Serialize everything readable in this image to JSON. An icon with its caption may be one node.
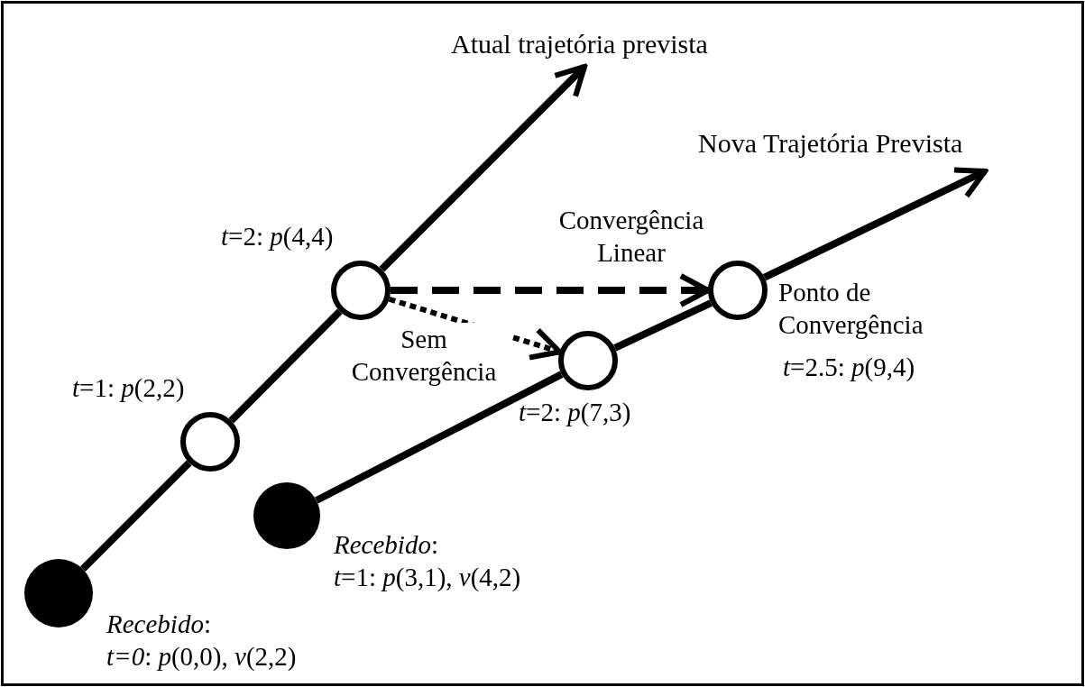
{
  "diagram": {
    "nodes": [
      {
        "text": [],
        "shape": "dot",
        "beside": [
          "*Recebido*:",
          "*t=0*: *p*(0,0), *v*(2,2)"
        ]
      },
      {
        "text": [],
        "shape": "circle",
        "beside": [
          "*t*=1: *p*(2,2)"
        ]
      },
      {
        "text": [],
        "shape": "circle",
        "beside": [
          "*t*=2: *p*(4,4)"
        ]
      },
      {
        "text": [
          "Atual trajetória prevista"
        ]
      },
      {
        "text": [],
        "shape": "dot",
        "beside": [
          "*Recebido*:",
          "*t*=1: *p*(3,1), *v*(4,2)"
        ]
      },
      {
        "text": [],
        "shape": "circle",
        "beside": [
          "*t*=2: *p*(7,3)"
        ]
      },
      {
        "text": [],
        "shape": "circle",
        "beside": [
          "Ponto de Convergência",
          "*t*=2.5: *p*(9,4)"
        ]
      },
      {
        "text": [
          "Nova Trajetória Prevista"
        ]
      }
    ],
    "edges": [
      {
        "from": 0,
        "to": 1,
        "arrow": "none"
      },
      {
        "from": 1,
        "to": 2,
        "arrow": "none"
      },
      {
        "from": 2,
        "to": 3,
        "arrow": "to"
      },
      {
        "from": 2,
        "to": 6,
        "arrow": "to",
        "style": "dashed",
        "label": "Convergência Linear"
      },
      {
        "from": 2,
        "to": 5,
        "arrow": "to",
        "style": "dashed",
        "label": "Sem Convergência"
      },
      {
        "from": 4,
        "to": 5,
        "arrow": "none"
      },
      {
        "from": 5,
        "to": 6,
        "arrow": "none"
      },
      {
        "from": 6,
        "to": 7,
        "arrow": "to"
      }
    ]
  }
}
